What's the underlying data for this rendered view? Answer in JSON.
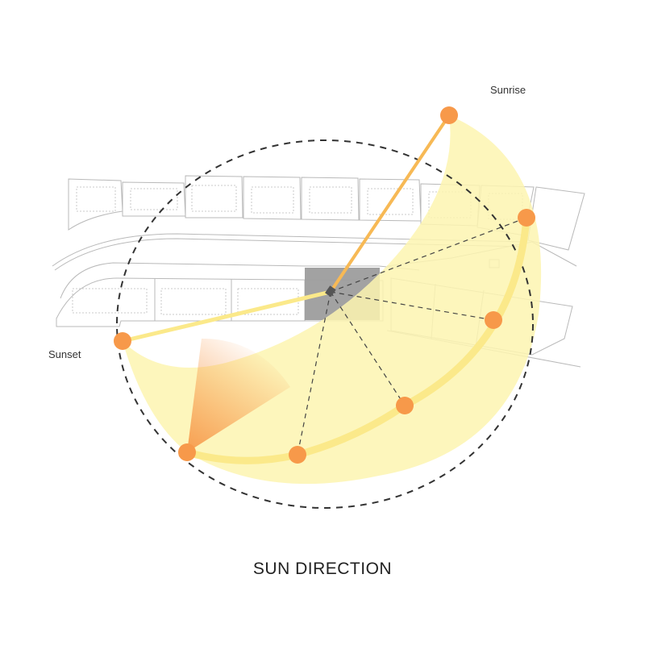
{
  "title": "SUN DIRECTION",
  "labels": {
    "sunrise": "Sunrise",
    "sunset": "Sunset"
  },
  "colors": {
    "sun_point": "#f7994a",
    "sun_path": "#fbe98a",
    "coverage": "#fdf5b0",
    "sunrise_ray": "#f7b955",
    "site": "#9d9d9d",
    "orbit": "#333333"
  }
}
